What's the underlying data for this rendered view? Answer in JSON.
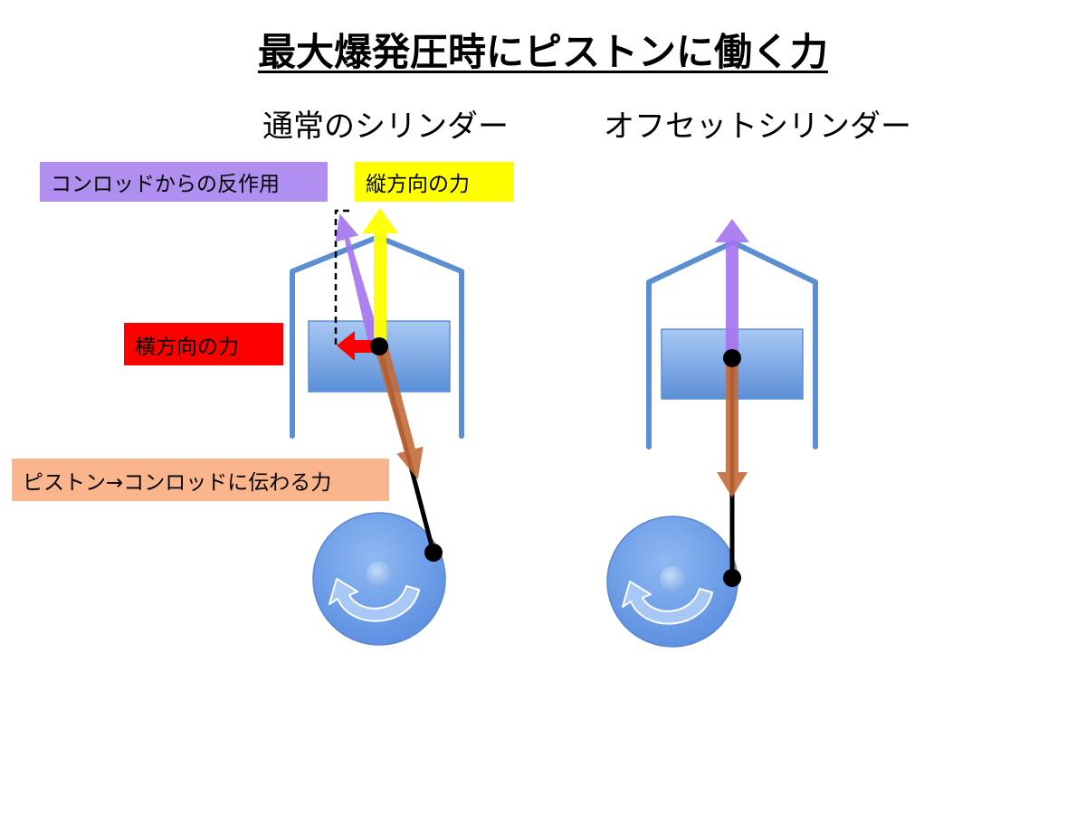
{
  "title": "最大爆発圧時にピストンに働く力",
  "panels": [
    {
      "heading": "通常のシリンダー"
    },
    {
      "heading": "オフセットシリンダー"
    }
  ],
  "labels": {
    "reaction": {
      "text": "コンロッドからの反作用",
      "color": "#b18ff0"
    },
    "vertical": {
      "text": "縦方向の力",
      "color": "#ffff00"
    },
    "lateral": {
      "text": "横方向の力",
      "color": "#ff0000"
    },
    "transmitted": {
      "text": "ピストン→コンロッドに伝わる力",
      "color": "#fbb58c"
    }
  },
  "colors": {
    "cylinder": "#5b8fd1",
    "piston": "#7aa9ea",
    "crank": "#6c9ee8",
    "arrow_vertical": "#ffff00",
    "arrow_reaction": "#a573ee",
    "arrow_lateral": "#ff0000",
    "arrow_transmitted": "#c46a3a"
  }
}
